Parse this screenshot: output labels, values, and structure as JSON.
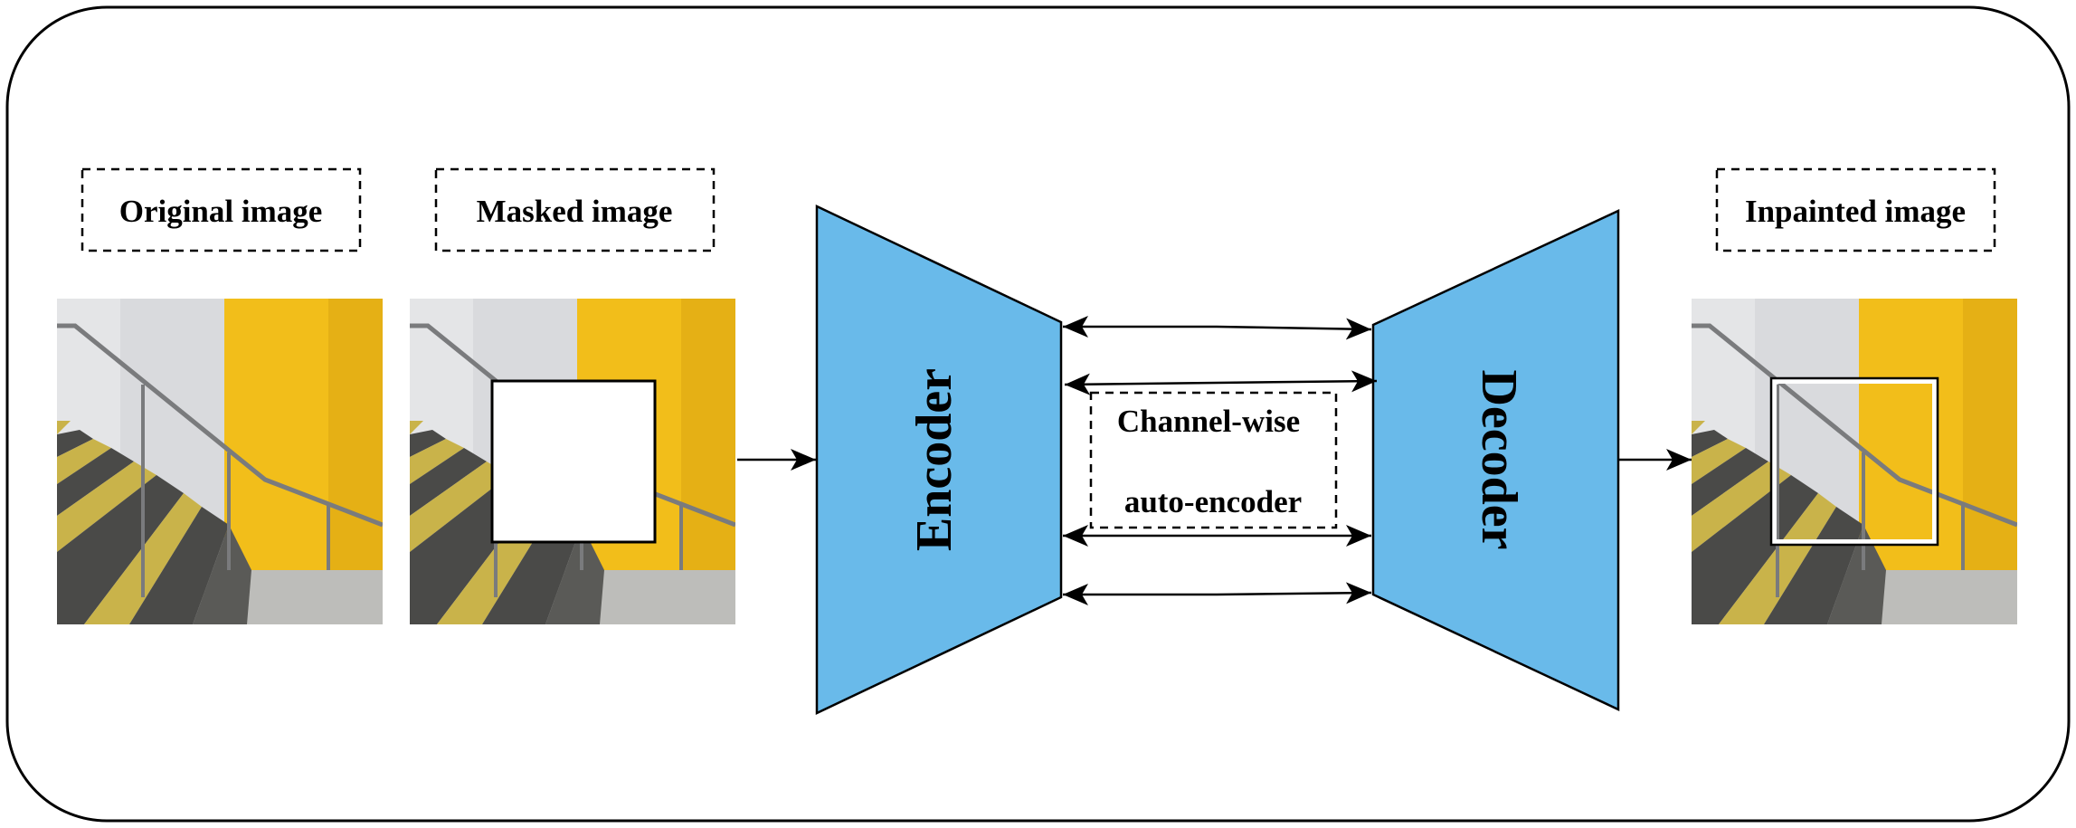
{
  "labels": {
    "original": "Original image",
    "masked": "Masked image",
    "inpainted": "Inpainted image",
    "encoder": "Encoder",
    "decoder": "Decoder",
    "channel_line1": "Channel-wise",
    "channel_line2": "auto-encoder"
  },
  "colors": {
    "block_fill": "#69BAEA",
    "wall_yellow": "#F2BE1A",
    "wall_grey": "#D9DADD",
    "step_dark": "#4A4A48",
    "step_yellow": "#C9B34A"
  },
  "icons": {
    "arrow": "arrow-right-icon",
    "double_arrow": "double-arrow-icon"
  }
}
